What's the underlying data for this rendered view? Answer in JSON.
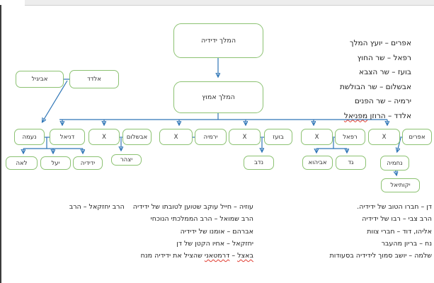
{
  "diagram": {
    "kings": [
      "המלך ידידיה",
      "המלך אמוץ"
    ],
    "couple": [
      "אביגיל",
      "אלדד"
    ],
    "row": [
      "נעמה",
      "דניאל",
      "X",
      "אבשלום",
      "X",
      "ירמיה",
      "X",
      "בועז",
      "X",
      "רפאל",
      "X",
      "אפרים"
    ],
    "children": [
      "לאה",
      "יעל",
      "ידידיה",
      "יצהר",
      "נדב",
      "אביהוא",
      "גד",
      "נחמיה"
    ],
    "descendant": "יקותיאל"
  },
  "legend": {
    "items": [
      "אפרים – יועץ המלך",
      "רפאל – שר החוץ",
      "בועז – שר הצבא",
      "אבשלום – שר הבולשת",
      "ירמיה – שר הפנים"
    ],
    "last": {
      "prefix": "אלדד – הרוזן ",
      "word": "מפניאל"
    }
  },
  "notes_right": {
    "items": [
      "דן – חברו הטוב של ידידיה.",
      "הרב צבי – רבו של ידידיה",
      "אליהו, דוד – חברי צוות",
      "נח – בריון מהעבר",
      "שלמה – יושב סמוך לידידיה בסעודות"
    ]
  },
  "notes_left": {
    "line1": {
      "a": "עוזיה – חייל עוקב שטוען לטובתו של ידידיה",
      "b": "הרב יחזקאל – הרב"
    },
    "items": [
      "הרב שמואל – הרב הממלכתי הנוכחי",
      "אברהם – אומנו של ידידיה",
      "יחזקאל – אחיו הקטן של דן"
    ],
    "last": {
      "w1": "באצל",
      "dash": " – ",
      "w2": "דרמטאני",
      "rest": " שהציל את ידידיה מנח"
    }
  },
  "colors": {
    "node_border": "#8cc272",
    "connector": "#2e75b6",
    "misspell_underline": "#e03c31",
    "page_edge": "#3c3c3c"
  }
}
